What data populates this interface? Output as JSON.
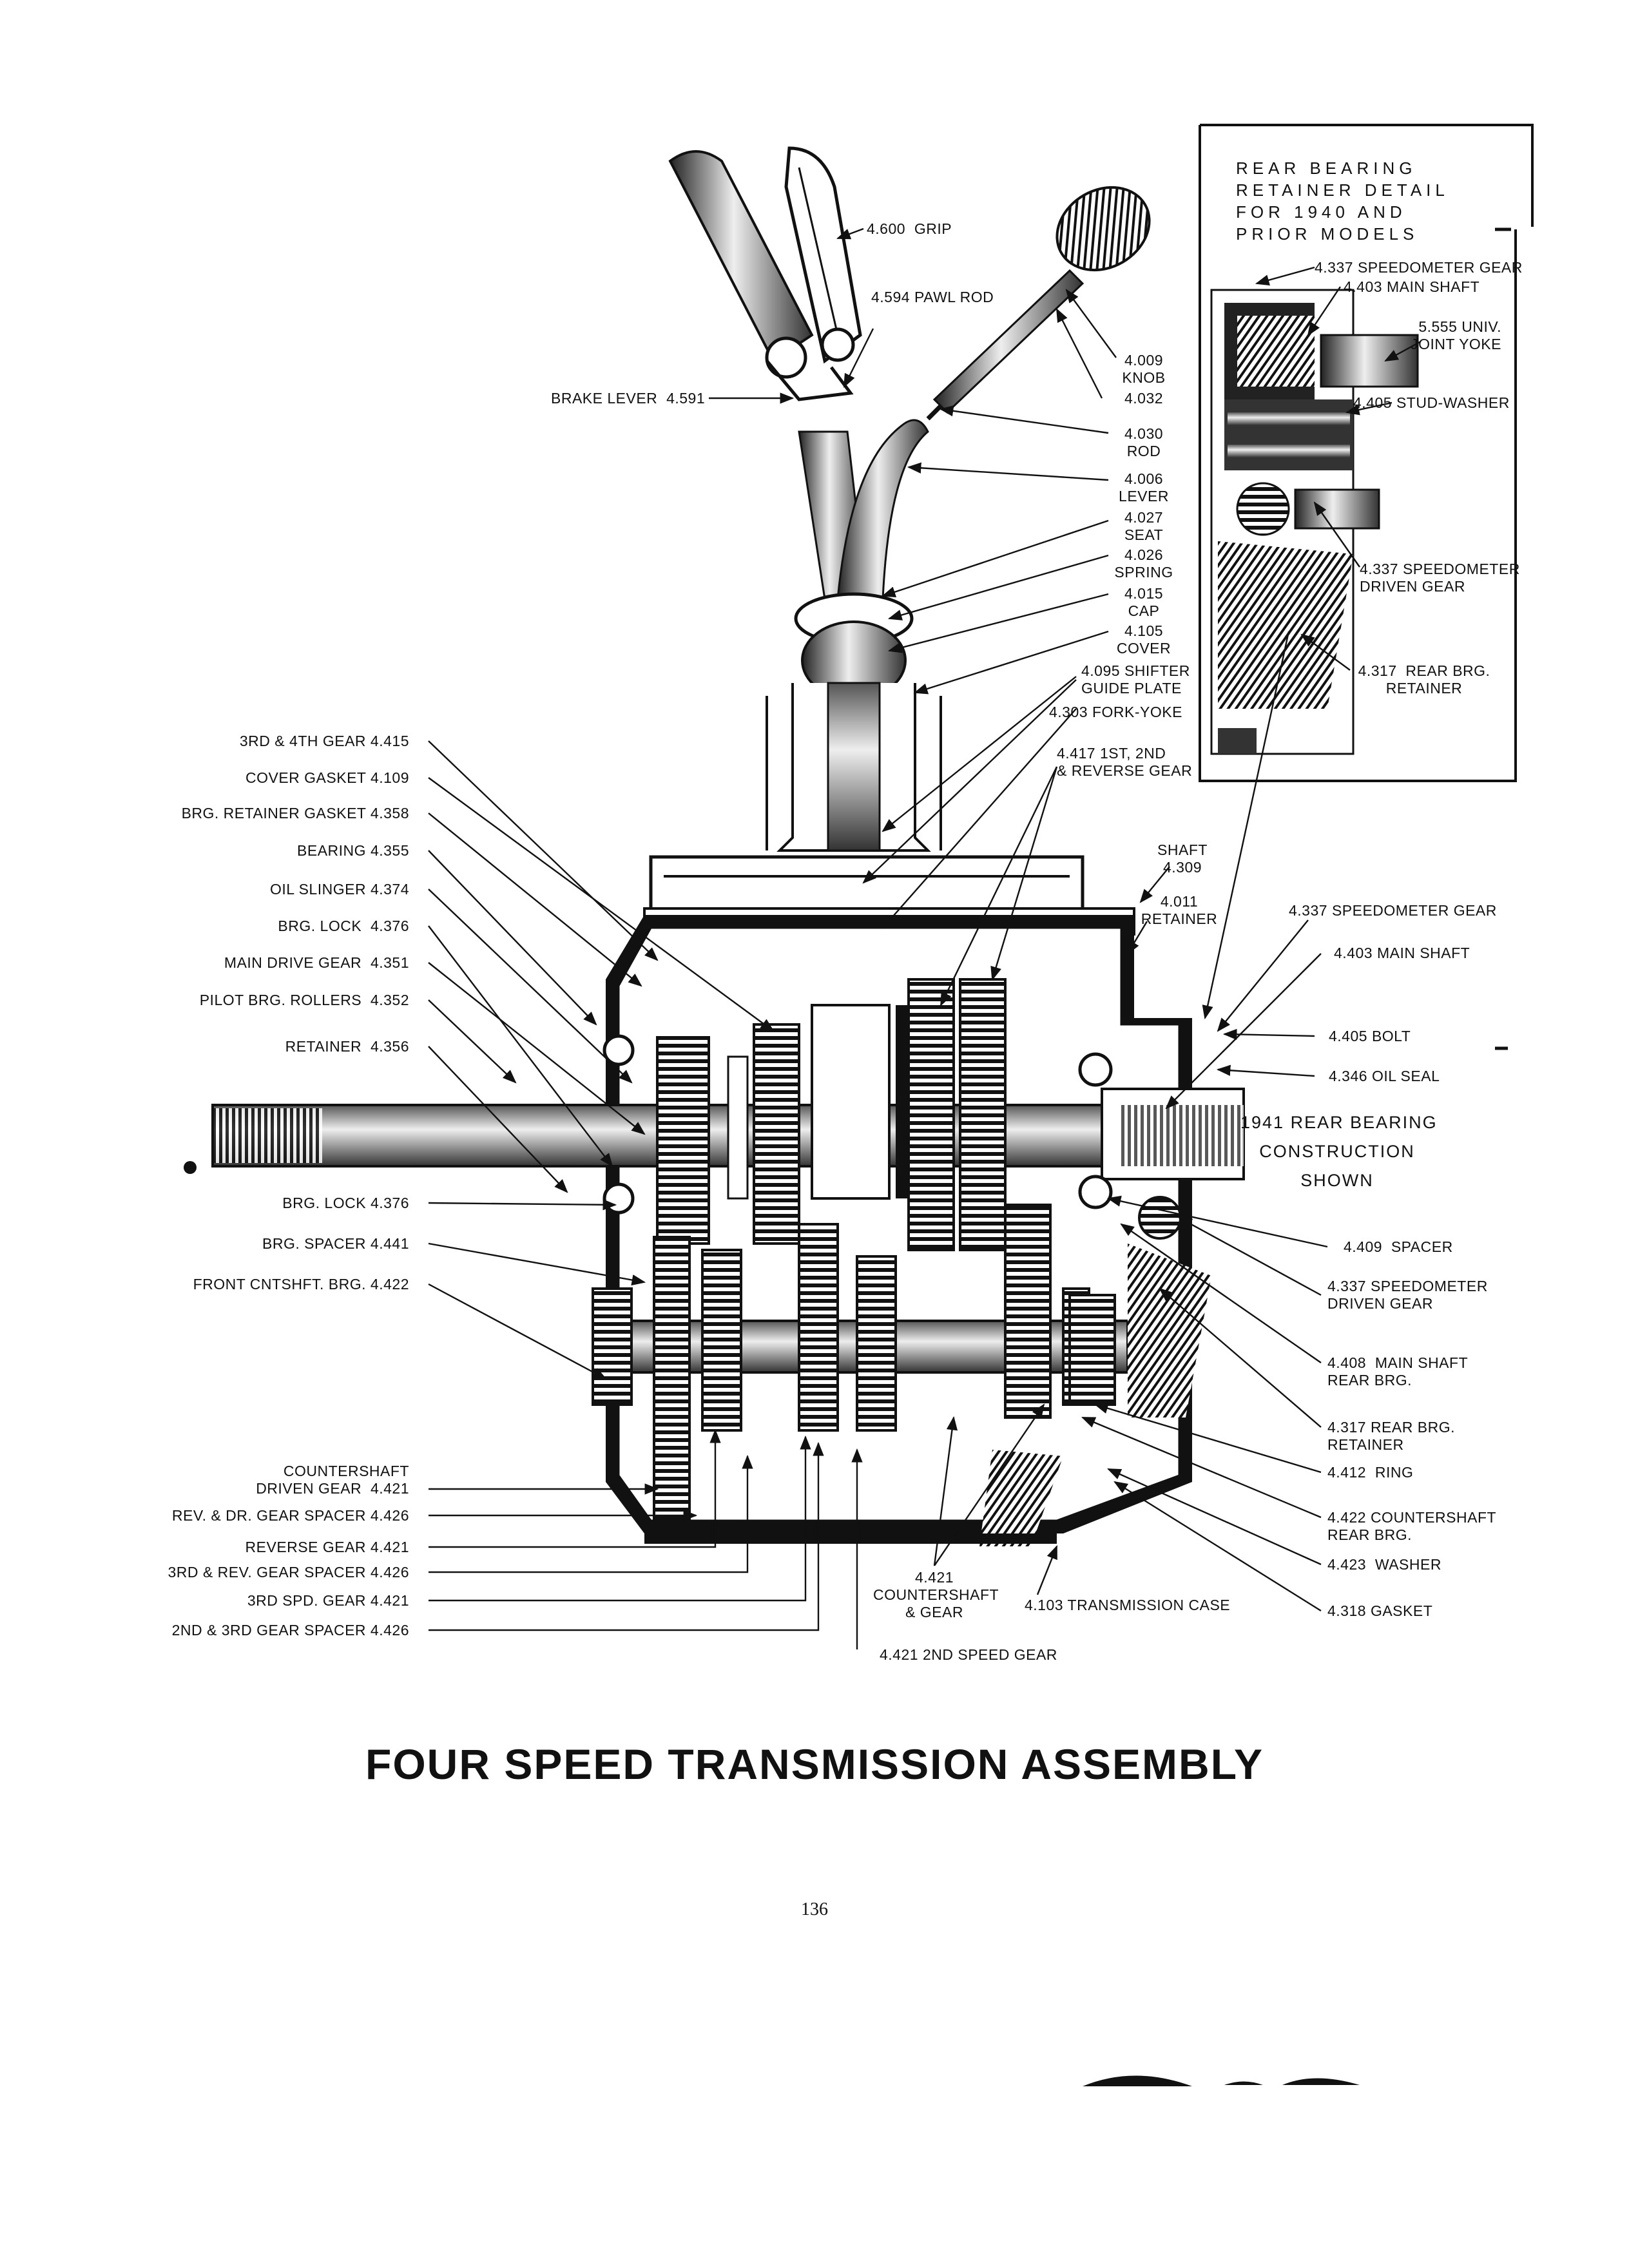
{
  "title": "FOUR SPEED TRANSMISSION ASSEMBLY",
  "page_number": "136",
  "detail_box": {
    "title": "REAR BEARING\nRETAINER DETAIL\nFOR 1940 AND\nPRIOR MODELS",
    "labels": [
      {
        "id": "d1",
        "text": "4.337 SPEEDOMETER GEAR"
      },
      {
        "id": "d2",
        "text": "4.403 MAIN SHAFT"
      },
      {
        "id": "d3",
        "text": "5.555 UNIV.\nJOINT YOKE"
      },
      {
        "id": "d4",
        "text": "4.405 STUD-WASHER"
      },
      {
        "id": "d5",
        "text": "4.337 SPEEDOMETER\nDRIVEN GEAR"
      },
      {
        "id": "d6",
        "text": "4.317  REAR BRG.\nRETAINER"
      }
    ]
  },
  "top_labels": [
    {
      "id": "t1",
      "text": "4.600  GRIP"
    },
    {
      "id": "t2",
      "text": "4.594 PAWL ROD"
    },
    {
      "id": "t3",
      "text": "BRAKE LEVER  4.591"
    },
    {
      "id": "t4",
      "text": "4.009\nKNOB"
    },
    {
      "id": "t5",
      "text": "4.032"
    },
    {
      "id": "t6",
      "text": "4.030\nROD"
    },
    {
      "id": "t7",
      "text": "4.006\nLEVER"
    },
    {
      "id": "t8",
      "text": "4.027\nSEAT"
    },
    {
      "id": "t9",
      "text": "4.026\nSPRING"
    },
    {
      "id": "t10",
      "text": "4.015\nCAP"
    },
    {
      "id": "t11",
      "text": "4.105\nCOVER"
    },
    {
      "id": "t12",
      "text": "4.095 SHIFTER\nGUIDE PLATE"
    },
    {
      "id": "t13",
      "text": "4.303 FORK-YOKE"
    },
    {
      "id": "t14",
      "text": "4.417 1ST, 2ND\n& REVERSE GEAR"
    },
    {
      "id": "t15",
      "text": "SHAFT\n4.309"
    },
    {
      "id": "t16",
      "text": "4.011\nRETAINER"
    }
  ],
  "left_labels": [
    {
      "id": "l1",
      "text": "3RD & 4TH GEAR 4.415"
    },
    {
      "id": "l2",
      "text": "COVER GASKET 4.109"
    },
    {
      "id": "l3",
      "text": "BRG. RETAINER GASKET 4.358"
    },
    {
      "id": "l4",
      "text": "BEARING 4.355"
    },
    {
      "id": "l5",
      "text": "OIL SLINGER 4.374"
    },
    {
      "id": "l6",
      "text": "BRG. LOCK  4.376"
    },
    {
      "id": "l7",
      "text": "MAIN DRIVE GEAR  4.351"
    },
    {
      "id": "l8",
      "text": "PILOT BRG. ROLLERS  4.352"
    },
    {
      "id": "l9",
      "text": "RETAINER  4.356"
    },
    {
      "id": "l10",
      "text": "BRG. LOCK 4.376"
    },
    {
      "id": "l11",
      "text": "BRG. SPACER 4.441"
    },
    {
      "id": "l12",
      "text": "FRONT CNTSHFT. BRG. 4.422"
    },
    {
      "id": "l13",
      "text": "COUNTERSHAFT\nDRIVEN GEAR  4.421"
    },
    {
      "id": "l14",
      "text": "REV. & DR. GEAR SPACER 4.426"
    },
    {
      "id": "l15",
      "text": "REVERSE GEAR 4.421"
    },
    {
      "id": "l16",
      "text": "3RD & REV. GEAR SPACER 4.426"
    },
    {
      "id": "l17",
      "text": "3RD SPD. GEAR 4.421"
    },
    {
      "id": "l18",
      "text": "2ND & 3RD GEAR SPACER 4.426"
    }
  ],
  "right_labels": [
    {
      "id": "r1",
      "text": "4.337 SPEEDOMETER GEAR"
    },
    {
      "id": "r2",
      "text": "4.403 MAIN SHAFT"
    },
    {
      "id": "r3",
      "text": "4.405 BOLT"
    },
    {
      "id": "r4",
      "text": "4.346 OIL SEAL"
    },
    {
      "id": "r5",
      "text": "4.409  SPACER"
    },
    {
      "id": "r6",
      "text": "4.337 SPEEDOMETER\nDRIVEN GEAR"
    },
    {
      "id": "r7",
      "text": "4.408  MAIN SHAFT\nREAR BRG."
    },
    {
      "id": "r8",
      "text": "4.317 REAR BRG.\nRETAINER"
    },
    {
      "id": "r9",
      "text": "4.412  RING"
    },
    {
      "id": "r10",
      "text": "4.422 COUNTERSHAFT\nREAR BRG."
    },
    {
      "id": "r11",
      "text": "4.423  WASHER"
    },
    {
      "id": "r12",
      "text": "4.318 GASKET"
    }
  ],
  "bottom_labels": [
    {
      "id": "b1",
      "text": "4.421\nCOUNTERSHAFT\n& GEAR"
    },
    {
      "id": "b2",
      "text": "4.103 TRANSMISSION CASE"
    },
    {
      "id": "b3",
      "text": "4.421 2ND SPEED GEAR"
    }
  ],
  "construction_note": "1941 REAR BEARING\nCONSTRUCTION\nSHOWN"
}
